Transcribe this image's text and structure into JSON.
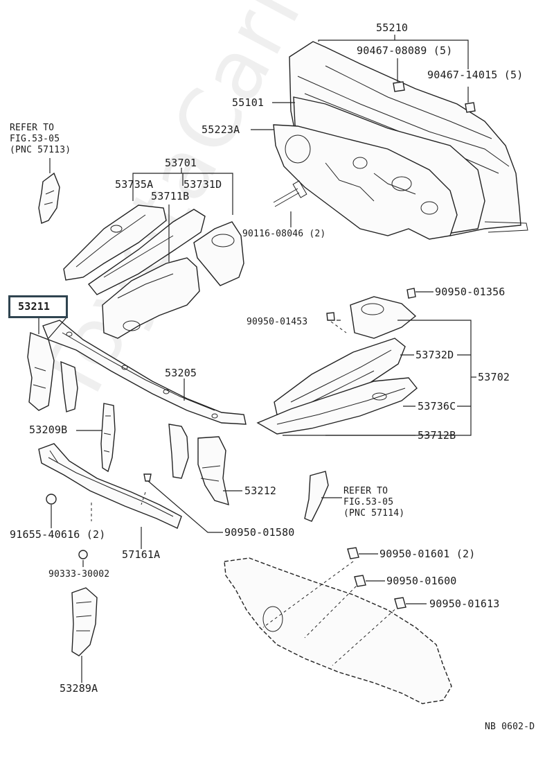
{
  "watermark": "ToyotaCarMirror.ru",
  "highlight_label": "53211",
  "footer_code": "NB 0602-D",
  "labels": {
    "p55210": "55210",
    "p90467_08089": "90467-08089 (5)",
    "p90467_14015": "90467-14015 (5)",
    "p55101": "55101",
    "p55223A": "55223A",
    "refer1_line1": "REFER TO",
    "refer1_line2": "FIG.53-05",
    "refer1_line3": "(PNC 57113)",
    "p53701": "53701",
    "p53735A": "53735A",
    "p53731D": "53731D",
    "p53711B": "53711B",
    "p90116": "90116-08046 (2)",
    "p90950_01356": "90950-01356",
    "p90950_01453": "90950-01453",
    "p53732D": "53732D",
    "p53702": "53702",
    "p53736C": "53736C",
    "p53712B": "53712B",
    "p53205": "53205",
    "p53209B": "53209B",
    "p53212": "53212",
    "refer2_line1": "REFER TO",
    "refer2_line2": "FIG.53-05",
    "refer2_line3": "(PNC 57114)",
    "p91655": "91655-40616 (2)",
    "p57161A": "57161A",
    "p90950_01580": "90950-01580",
    "p90333": "90333-30002",
    "p90950_01601": "90950-01601 (2)",
    "p90950_01600": "90950-01600",
    "p90950_01613": "90950-01613",
    "p53289A": "53289A"
  }
}
